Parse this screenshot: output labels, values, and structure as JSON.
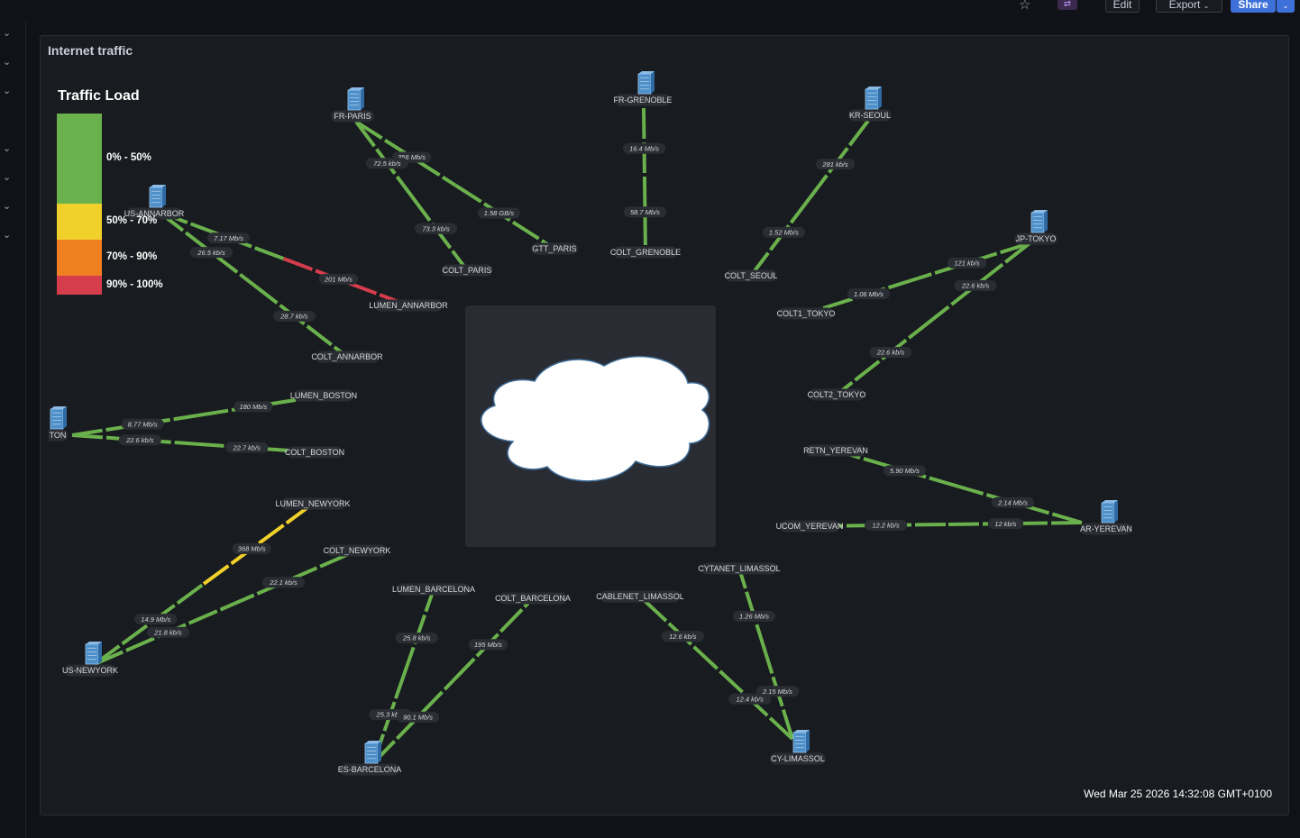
{
  "toolbar": {
    "edit_label": "Edit",
    "export_label": "Export",
    "share_label": "Share"
  },
  "panel": {
    "title": "Internet traffic",
    "timestamp": "Wed Mar 25 2026 14:32:08 GMT+0100"
  },
  "legend": {
    "title": "Traffic Load",
    "items": [
      {
        "label": "0% - 50%",
        "color": "#6ab04c"
      },
      {
        "label": "50% - 70%",
        "color": "#f1d02c"
      },
      {
        "label": "70% - 90%",
        "color": "#f07f21"
      },
      {
        "label": "90% - 100%",
        "color": "#d63d4c"
      }
    ]
  },
  "colors": {
    "green": "#6ab04c",
    "yellow": "#f1d02c",
    "red": "#d63d4c",
    "node_icon": "#4d8fc9",
    "cloud": "#ffffff"
  },
  "nodes": [
    {
      "id": "FR-PARIS",
      "label": "FR-PARIS",
      "icon": true
    },
    {
      "id": "GTT_PARIS",
      "label": "GTT_PARIS"
    },
    {
      "id": "COLT_PARIS",
      "label": "COLT_PARIS"
    },
    {
      "id": "FR-GRENOBLE",
      "label": "FR-GRENOBLE",
      "icon": true
    },
    {
      "id": "COLT_GRENOBLE",
      "label": "COLT_GRENOBLE"
    },
    {
      "id": "KR-SEOUL",
      "label": "KR-SEOUL",
      "icon": true
    },
    {
      "id": "COLT_SEOUL",
      "label": "COLT_SEOUL"
    },
    {
      "id": "JP-TOKYO",
      "label": "JP-TOKYO",
      "icon": true
    },
    {
      "id": "COLT1_TOKYO",
      "label": "COLT1_TOKYO"
    },
    {
      "id": "COLT2_TOKYO",
      "label": "COLT2_TOKYO"
    },
    {
      "id": "US-ANNARBOR",
      "label": "US-ANNARBOR",
      "icon": true
    },
    {
      "id": "LUMEN_ANNARBOR",
      "label": "LUMEN_ANNARBOR"
    },
    {
      "id": "COLT_ANNARBOR",
      "label": "COLT_ANNARBOR"
    },
    {
      "id": "US-BOSTON",
      "label": "STON",
      "icon": true
    },
    {
      "id": "LUMEN_BOSTON",
      "label": "LUMEN_BOSTON"
    },
    {
      "id": "COLT_BOSTON",
      "label": "COLT_BOSTON"
    },
    {
      "id": "LUMEN_NEWYORK",
      "label": "LUMEN_NEWYORK"
    },
    {
      "id": "COLT_NEWYORK",
      "label": "COLT_NEWYORK"
    },
    {
      "id": "US-NEWYORK",
      "label": "US-NEWYORK",
      "icon": true
    },
    {
      "id": "LUMEN_BARCELONA",
      "label": "LUMEN_BARCELONA"
    },
    {
      "id": "COLT_BARCELONA",
      "label": "COLT_BARCELONA"
    },
    {
      "id": "ES-BARCELONA",
      "label": "ES-BARCELONA",
      "icon": true
    },
    {
      "id": "CABLENET_LIMASSOL",
      "label": "CABLENET_LIMASSOL"
    },
    {
      "id": "CYTANET_LIMASSOL",
      "label": "CYTANET_LIMASSOL"
    },
    {
      "id": "CY-LIMASSOL",
      "label": "CY-LIMASSOL",
      "icon": true
    },
    {
      "id": "RETN_YEREVAN",
      "label": "RETN_YEREVAN"
    },
    {
      "id": "UCOM_YEREVAN",
      "label": "UCOM_YEREVAN"
    },
    {
      "id": "AR-YEREVAN",
      "label": "AR-YEREVAN",
      "icon": true
    }
  ],
  "links": [
    {
      "from": "FR-PARIS",
      "to": "GTT_PARIS",
      "out": "356 Mb/s",
      "in": "1.58 GB/s",
      "color": "green"
    },
    {
      "from": "FR-PARIS",
      "to": "COLT_PARIS",
      "out": "72.5 kb/s",
      "in": "73.3 kb/s",
      "color": "green"
    },
    {
      "from": "FR-GRENOBLE",
      "to": "COLT_GRENOBLE",
      "out": "16.4 Mb/s",
      "in": "58.7 Mb/s",
      "color": "green"
    },
    {
      "from": "KR-SEOUL",
      "to": "COLT_SEOUL",
      "out": "281 kb/s",
      "in": "1.52 Mb/s",
      "color": "green"
    },
    {
      "from": "JP-TOKYO",
      "to": "COLT1_TOKYO",
      "out": "121 kb/s",
      "in": "1.06 Mb/s",
      "color": "green"
    },
    {
      "from": "JP-TOKYO",
      "to": "COLT2_TOKYO",
      "out": "22.6 kb/s",
      "in": "22.6 kb/s",
      "color": "green"
    },
    {
      "from": "US-ANNARBOR",
      "to": "LUMEN_ANNARBOR",
      "out": "7.17 Mb/s",
      "in": "201 Mb/s",
      "color": "green",
      "color_in": "red"
    },
    {
      "from": "US-ANNARBOR",
      "to": "COLT_ANNARBOR",
      "out": "26.5 kb/s",
      "in": "28.7 kb/s",
      "color": "green"
    },
    {
      "from": "US-BOSTON",
      "to": "LUMEN_BOSTON",
      "out": "8.77 Mb/s",
      "in": "180 Mb/s",
      "color": "green"
    },
    {
      "from": "US-BOSTON",
      "to": "COLT_BOSTON",
      "out": "22.6 kb/s",
      "in": "22.7 kb/s",
      "color": "green"
    },
    {
      "from": "US-NEWYORK",
      "to": "LUMEN_NEWYORK",
      "out": "14.9 Mb/s",
      "in": "368 Mb/s",
      "color": "green",
      "color_in": "yellow"
    },
    {
      "from": "US-NEWYORK",
      "to": "COLT_NEWYORK",
      "out": "21.8 kb/s",
      "in": "22.1 kb/s",
      "color": "green"
    },
    {
      "from": "ES-BARCELONA",
      "to": "LUMEN_BARCELONA",
      "out": "25.3 kb/s",
      "in": "25.8 kb/s",
      "color": "green"
    },
    {
      "from": "ES-BARCELONA",
      "to": "COLT_BARCELONA",
      "out": "90.1 Mb/s",
      "in": "195 Mb/s",
      "color": "green"
    },
    {
      "from": "CY-LIMASSOL",
      "to": "CABLENET_LIMASSOL",
      "out": "12.4 kb/s",
      "in": "12.6 kb/s",
      "color": "green"
    },
    {
      "from": "CY-LIMASSOL",
      "to": "CYTANET_LIMASSOL",
      "out": "2.15 Mb/s",
      "in": "1.26 Mb/s",
      "color": "green"
    },
    {
      "from": "AR-YEREVAN",
      "to": "RETN_YEREVAN",
      "out": "2.14 Mb/s",
      "in": "5.90 Mb/s",
      "color": "green"
    },
    {
      "from": "AR-YEREVAN",
      "to": "UCOM_YEREVAN",
      "out": "12 kb/s",
      "in": "12.2 kb/s",
      "color": "green"
    }
  ]
}
